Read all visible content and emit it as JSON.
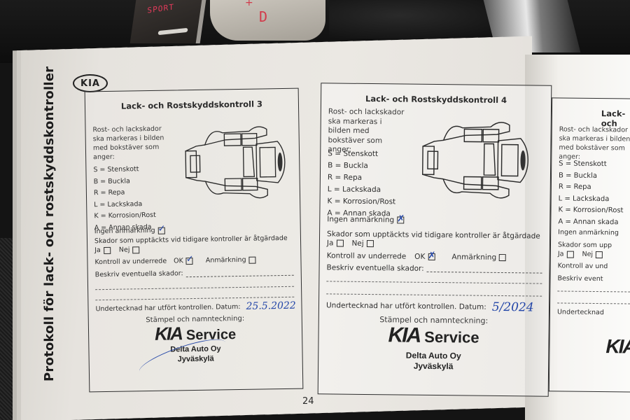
{
  "background": {
    "sport_button_label": "SPORT",
    "gear_indicator": "D",
    "gear_plus": "+"
  },
  "booklet": {
    "brand_logo": "KIA",
    "spine_title": "Protokoll för lack- och rostskyddskontroller",
    "page_number": "24",
    "legend_intro": "Rost- och lackskador ska markeras i bilden med bokstäver som anger:",
    "legend": [
      "S = Stenskott",
      "B = Buckla",
      "R = Repa",
      "L = Lackskada",
      "K = Korrosion/Rost",
      "A = Annan skada"
    ],
    "labels": {
      "no_remark": "Ingen anmärkning",
      "previous_damage": "Skador som upptäckts vid tidigare kontroller är åtgärdade",
      "yes": "Ja",
      "no": "Nej",
      "underbody": "Kontroll av underrede",
      "ok": "OK",
      "remark": "Anmärkning",
      "describe": "Beskriv eventuella skador:",
      "signed": "Undertecknad har utfört kontrollen. Datum:",
      "stamp": "Stämpel och namnteckning:"
    },
    "cards": [
      {
        "title": "Lack- och Rostskyddskontroll 3",
        "no_remark_checked": true,
        "previous_yes": false,
        "previous_no": false,
        "underbody_ok": true,
        "underbody_remark": false,
        "date": "25.5.2022",
        "stamp": {
          "brand": "KIA",
          "service": "Service",
          "dealer": "Delta Auto Oy",
          "city": "Jyväskylä"
        }
      },
      {
        "title": "Lack- och Rostskyddskontroll 4",
        "no_remark_checked": true,
        "previous_yes": false,
        "previous_no": false,
        "underbody_ok": true,
        "underbody_remark": false,
        "date": "5/2024",
        "stamp": {
          "brand": "KIA",
          "service": "Service",
          "dealer": "Delta Auto Oy",
          "city": "Jyväskylä"
        }
      },
      {
        "title": "Lack- och",
        "legend_intro_partial": "Rost- och lackskador ska markeras i bilden med bokstäver som anger:",
        "no_remark_partial": "Ingen anmärkning",
        "previous_damage_partial": "Skador som upp",
        "underbody_partial": "Kontroll av und",
        "describe_partial": "Beskriv event",
        "signed_partial": "Undertecknad"
      }
    ]
  }
}
